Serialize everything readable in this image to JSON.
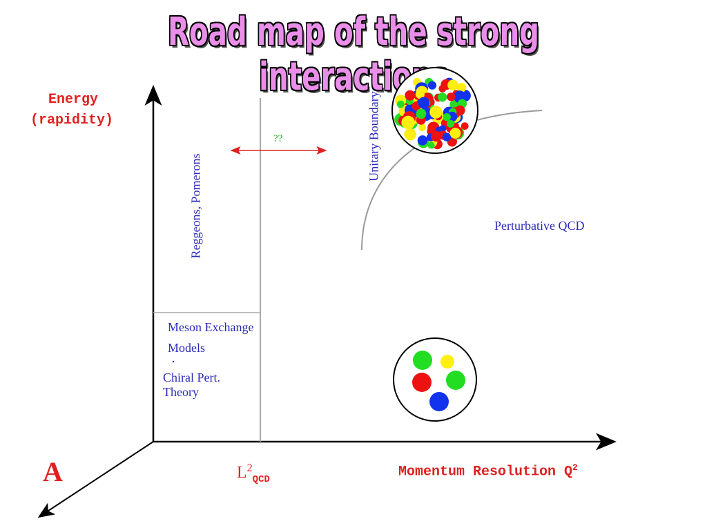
{
  "title": "Road map of the strong interactions",
  "y_axis_label_line1": "Energy",
  "y_axis_label_line2": "(rapidity)",
  "x_axis_label": "Momentum Resolution Q",
  "x_axis_label_sup": "2",
  "z_axis_label": "A",
  "lambda_label": {
    "base": "L",
    "sup": "2",
    "sub": "QCD"
  },
  "question_marks": "??",
  "regions": {
    "reggeons": "Reggeons, Pomerons",
    "unitary_boundary": "Unitary Boundary",
    "perturbative_qcd": "Perturbative QCD",
    "meson_line1": "Meson Exchange",
    "meson_line2": "Models",
    "chiral_line1": "Chiral Pert.",
    "chiral_line2": "Theory"
  },
  "colors": {
    "red": "#ee1111",
    "green": "#22dd22",
    "blue": "#1133ee",
    "yellow": "#ffee11"
  }
}
